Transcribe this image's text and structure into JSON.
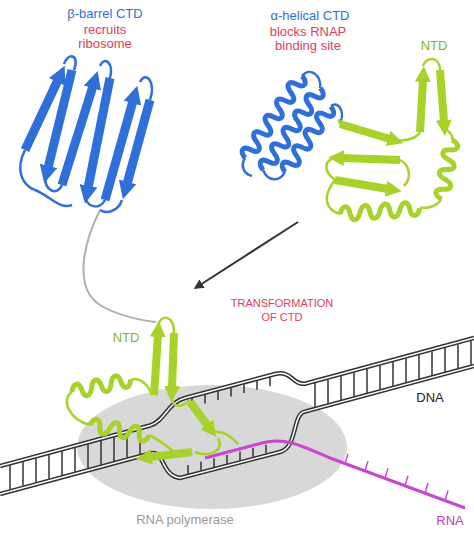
{
  "diagram": {
    "labels": [
      "β-barrel CTD",
      "recruits ribosome",
      "α-helical CTD",
      "blocks RNAP binding site",
      "NTD",
      "TRANSFORMATION OF CTD",
      "NTD",
      "DNA",
      "RNA polymerase",
      "RNA"
    ]
  }
}
